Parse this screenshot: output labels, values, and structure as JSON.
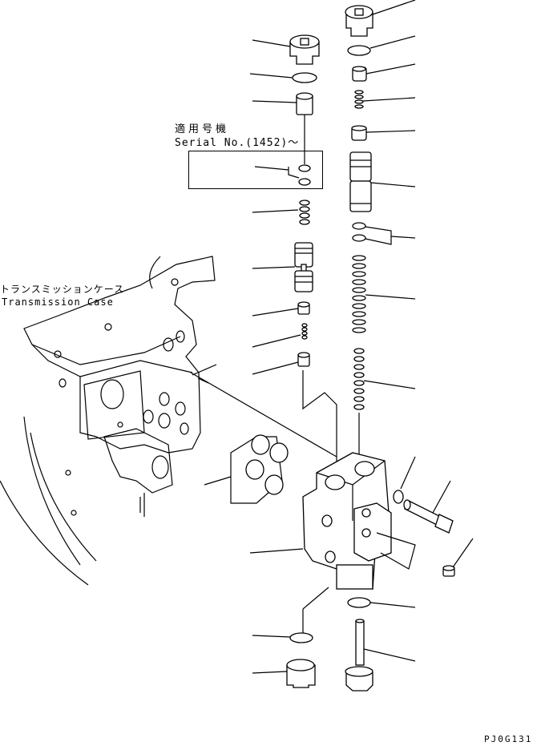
{
  "labels": {
    "applicable_serial_jp": "適用号機",
    "serial_no": "Serial No.(1452)～",
    "case_jp": "トランスミッションケース",
    "case_en": "Transmission Case",
    "drawing_code": "PJ0G131"
  }
}
